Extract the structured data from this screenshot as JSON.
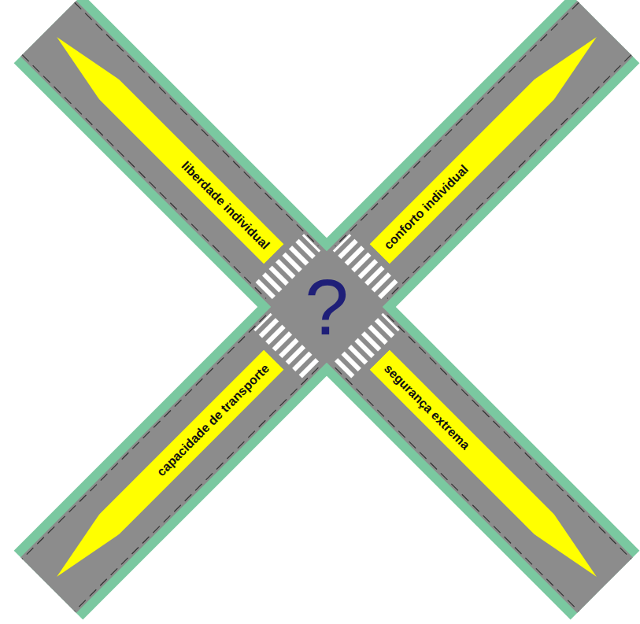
{
  "diagram": {
    "nodes": [
      {
        "text": [
          "liberdade individual"
        ]
      },
      {
        "text": [
          "conforto individual"
        ]
      },
      {
        "text": [
          "capacidade de transporte"
        ]
      },
      {
        "text": [
          "segurança extrema"
        ]
      }
    ],
    "labels": [
      "?"
    ]
  }
}
